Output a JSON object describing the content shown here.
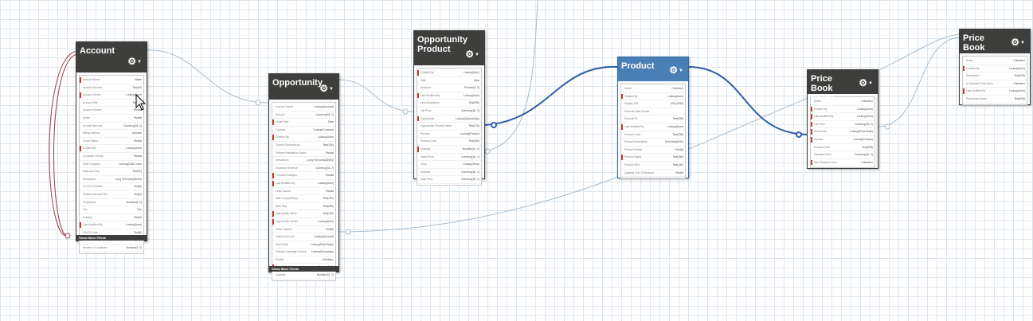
{
  "colors": {
    "header": "#3e3e3c",
    "selected_header": "#4a7fb5",
    "connector_highlight": "#2e5ea8",
    "connector_default": "#a6bccd",
    "connector_self": "#9c3a46",
    "required_marker": "#c23934",
    "grid": "#dde6ee"
  },
  "nodes": {
    "account": {
      "title": "Account",
      "gear_icon": "gear-icon",
      "footer": "Show More Fields",
      "fields": [
        {
          "name": "Account Name",
          "type": "Name",
          "required": true
        },
        {
          "name": "Account Number",
          "type": "Text(40)",
          "required": false
        },
        {
          "name": "Account Owner",
          "type": "Lookup(User)",
          "required": true
        },
        {
          "name": "Account Site",
          "type": "Text(80)",
          "required": false
        },
        {
          "name": "Account Source",
          "type": "Picklist",
          "required": false
        },
        {
          "name": "Active",
          "type": "Picklist",
          "required": false
        },
        {
          "name": "Annual Revenue",
          "type": "Currency(18, 0)",
          "required": false
        },
        {
          "name": "Billing Address",
          "type": "Address",
          "required": false
        },
        {
          "name": "Clean Status",
          "type": "Picklist",
          "required": false
        },
        {
          "name": "Created By",
          "type": "Lookup(User)",
          "required": true
        },
        {
          "name": "Customer Priority",
          "type": "Picklist",
          "required": false
        },
        {
          "name": "D&B Company",
          "type": "Lookup(D&B Comp",
          "required": false
        },
        {
          "name": "Data.com Key",
          "type": "Text(20)",
          "required": false
        },
        {
          "name": "Description",
          "type": "Long Text Area(32000)",
          "required": false
        },
        {
          "name": "D-U-N-S Number",
          "type": "Text(9)",
          "required": false
        },
        {
          "name": "Einstein Account Tier",
          "type": "Text(2)",
          "required": false
        },
        {
          "name": "Employees",
          "type": "Number(8, 0)",
          "required": false
        },
        {
          "name": "Fax",
          "type": "Fax",
          "required": false
        },
        {
          "name": "Industry",
          "type": "Picklist",
          "required": false
        },
        {
          "name": "Last Modified By",
          "type": "Lookup(User)",
          "required": true
        },
        {
          "name": "NAICS Code",
          "type": "Text(8)",
          "required": false
        },
        {
          "name": "NAICS Description",
          "type": "Text(120)",
          "required": false
        },
        {
          "name": "Number of Locations",
          "type": "Number(3, 0)",
          "required": false
        }
      ]
    },
    "opportunity": {
      "title": "Opportunity",
      "gear_icon": "gear-icon",
      "footer": "Show More Fields",
      "fields": [
        {
          "name": "Account Name",
          "type": "Lookup(Account)",
          "required": false
        },
        {
          "name": "Amount",
          "type": "Currency(16, 2)",
          "required": false
        },
        {
          "name": "Close Date",
          "type": "Date",
          "required": true
        },
        {
          "name": "Contract",
          "type": "Lookup(Contract)",
          "required": false
        },
        {
          "name": "Created By",
          "type": "Lookup(User)",
          "required": true
        },
        {
          "name": "Current Generator(s)",
          "type": "Text(100)",
          "required": false
        },
        {
          "name": "Delivery/Installation Status",
          "type": "Picklist",
          "required": false
        },
        {
          "name": "Description",
          "type": "Long Text Area(32000)",
          "required": false
        },
        {
          "name": "Expected Revenue",
          "type": "Currency(16, 2)",
          "required": false
        },
        {
          "name": "Forecast Category",
          "type": "Picklist",
          "required": true
        },
        {
          "name": "Last Modified By",
          "type": "Lookup(User)",
          "required": true
        },
        {
          "name": "Lead Source",
          "type": "Picklist",
          "required": false
        },
        {
          "name": "Main Competitor(s)",
          "type": "Text(100)",
          "required": false
        },
        {
          "name": "Next Step",
          "type": "Text(255)",
          "required": false
        },
        {
          "name": "Opportunity Name",
          "type": "Text(120)",
          "required": true
        },
        {
          "name": "Opportunity Owner",
          "type": "Lookup(User)",
          "required": true
        },
        {
          "name": "Order Number",
          "type": "Text(8)",
          "required": false
        },
        {
          "name": "Partner Account",
          "type": "Lookup(Account)",
          "required": false
        },
        {
          "name": "Price Book",
          "type": "Lookup(Price Book)",
          "required": false
        },
        {
          "name": "Primary Campaign Source",
          "type": "Lookup(Campaign)",
          "required": false
        },
        {
          "name": "Private",
          "type": "Checkbox",
          "required": false
        },
        {
          "name": "Probability (%)",
          "type": "Percent(3, 0)",
          "required": true
        },
        {
          "name": "Quantity",
          "type": "Number(16, 2)",
          "required": false
        }
      ]
    },
    "opportunity_product": {
      "title": "Opportunity Product",
      "gear_icon": "gear-icon",
      "fields": [
        {
          "name": "Created By",
          "type": "Lookup(User)",
          "required": true
        },
        {
          "name": "Date",
          "type": "Date",
          "required": false
        },
        {
          "name": "Discount",
          "type": "Percent(3, 2)",
          "required": false
        },
        {
          "name": "Last Modified By",
          "type": "Lookup(User)",
          "required": true
        },
        {
          "name": "Line Description",
          "type": "Text(255)",
          "required": false
        },
        {
          "name": "List Price",
          "type": "Currency(16, 2)",
          "required": false
        },
        {
          "name": "Opportunity",
          "type": "Lookup(Opportunity)",
          "required": true
        },
        {
          "name": "Opportunity Product Name",
          "type": "Text(376)",
          "required": false
        },
        {
          "name": "Product",
          "type": "Lookup(Product)",
          "required": false
        },
        {
          "name": "Product Code",
          "type": "Text(255)",
          "required": false
        },
        {
          "name": "Quantity",
          "type": "Number(10, 2)",
          "required": true
        },
        {
          "name": "Sales Price",
          "type": "Currency(16, 2)",
          "required": false
        },
        {
          "name": "Shop",
          "type": "Lookup(Shop)",
          "required": false
        },
        {
          "name": "Subtotal",
          "type": "Currency(16, 2)",
          "required": false
        },
        {
          "name": "Total Price",
          "type": "Currency(16, 2)",
          "required": false
        }
      ]
    },
    "product": {
      "title": "Product",
      "gear_icon": "gear-icon",
      "fields": [
        {
          "name": "Active",
          "type": "Checkbox",
          "required": false
        },
        {
          "name": "Created By",
          "type": "Lookup(User)",
          "required": true
        },
        {
          "name": "Display URL",
          "type": "URL(1000)",
          "required": false
        },
        {
          "name": "External Data Source",
          "type": "Lookup(External Data Source)",
          "required": false
        },
        {
          "name": "External ID",
          "type": "Text(255)",
          "required": false
        },
        {
          "name": "Last Modified By",
          "type": "Lookup(User)",
          "required": true
        },
        {
          "name": "Product Code",
          "type": "Text(255)",
          "required": false
        },
        {
          "name": "Product Description",
          "type": "Text Area(4000)",
          "required": false
        },
        {
          "name": "Product Family",
          "type": "Picklist",
          "required": false
        },
        {
          "name": "Product Name",
          "type": "Text(255)",
          "required": true
        },
        {
          "name": "Product SKU",
          "type": "Text(180)",
          "required": false
        },
        {
          "name": "Quantity Unit Of Measure",
          "type": "Picklist",
          "required": false
        }
      ]
    },
    "price_book_entry": {
      "title": "Price Book Entry",
      "gear_icon": "gear-icon",
      "fields": [
        {
          "name": "Active",
          "type": "Checkbox",
          "required": false
        },
        {
          "name": "Created By",
          "type": "Lookup(User)",
          "required": true
        },
        {
          "name": "Last Modified By",
          "type": "Lookup(User)",
          "required": true
        },
        {
          "name": "List Price",
          "type": "Currency(16, 2)",
          "required": true
        },
        {
          "name": "Price Book",
          "type": "Lookup(Price Book)",
          "required": true
        },
        {
          "name": "Product",
          "type": "Lookup(Product)",
          "required": true
        },
        {
          "name": "Product Code",
          "type": "Text(255)",
          "required": false
        },
        {
          "name": "Standard Price",
          "type": "Currency(16, 2)",
          "required": false
        },
        {
          "name": "Use Standard Price",
          "type": "Checkbox",
          "required": true
        }
      ]
    },
    "price_book": {
      "title": "Price Book",
      "gear_icon": "gear-icon",
      "fields": [
        {
          "name": "Active",
          "type": "Checkbox",
          "required": false
        },
        {
          "name": "Created By",
          "type": "Lookup(User)",
          "required": true
        },
        {
          "name": "Description",
          "type": "Text(255)",
          "required": false
        },
        {
          "name": "Is Standard Price Book",
          "type": "Checkbox",
          "required": false
        },
        {
          "name": "Last Modified By",
          "type": "Lookup(User)",
          "required": true
        },
        {
          "name": "Price Book Name",
          "type": "Text(255)",
          "required": false
        }
      ]
    }
  }
}
